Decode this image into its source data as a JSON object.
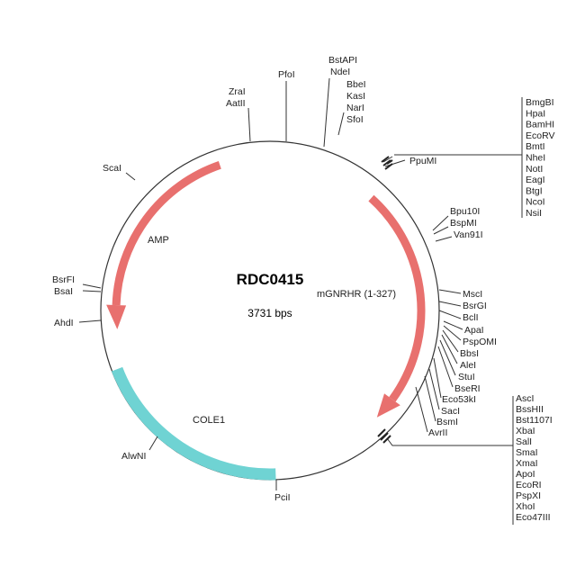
{
  "plasmid": {
    "name": "RDC0415",
    "size": "3731 bps"
  },
  "features": {
    "amp": "AMP",
    "mgnrhr": "mGNRHR (1-327)",
    "cole1": "COLE1"
  },
  "colors": {
    "cds": "#e8706e",
    "ori": "#6fd3d3",
    "backbone": "#333333"
  },
  "sites": {
    "pfoi": "PfoI",
    "bstapi": "BstAPI",
    "ndei": "NdeI",
    "bbei": "BbeI",
    "kasi": "KasI",
    "nari": "NarI",
    "sfoi": "SfoI",
    "zrai": "ZraI",
    "aatii": "AatII",
    "scai": "ScaI",
    "bsrfi": "BsrFI",
    "bsai": "BsaI",
    "ahdi": "AhdI",
    "alwni": "AlwNI",
    "pcii": "PciI",
    "ppumi": "PpuMI",
    "bpu10i": "Bpu10I",
    "bspmi": "BspMI",
    "van91i": "Van91I",
    "msci": "MscI",
    "bsrgi": "BsrGI",
    "bcli": "BclI",
    "apai": "ApaI",
    "pspomi": "PspOMI",
    "bbsi": "BbsI",
    "alei": "AleI",
    "stui": "StuI",
    "bseri": "BseRI",
    "eco53ki": "Eco53kI",
    "saci": "SacI",
    "bsmi": "BsmI",
    "avrii": "AvrII"
  },
  "mcs1": [
    "BmgBI",
    "HpaI",
    "BamHI",
    "EcoRV",
    "BmtI",
    "NheI",
    "NotI",
    "EagI",
    "BtgI",
    "NcoI",
    "NsiI"
  ],
  "mcs2": [
    "AscI",
    "BssHII",
    "Bst1107I",
    "XbaI",
    "SalI",
    "SmaI",
    "XmaI",
    "ApoI",
    "EcoRI",
    "PspXI",
    "XhoI",
    "Eco47III"
  ]
}
